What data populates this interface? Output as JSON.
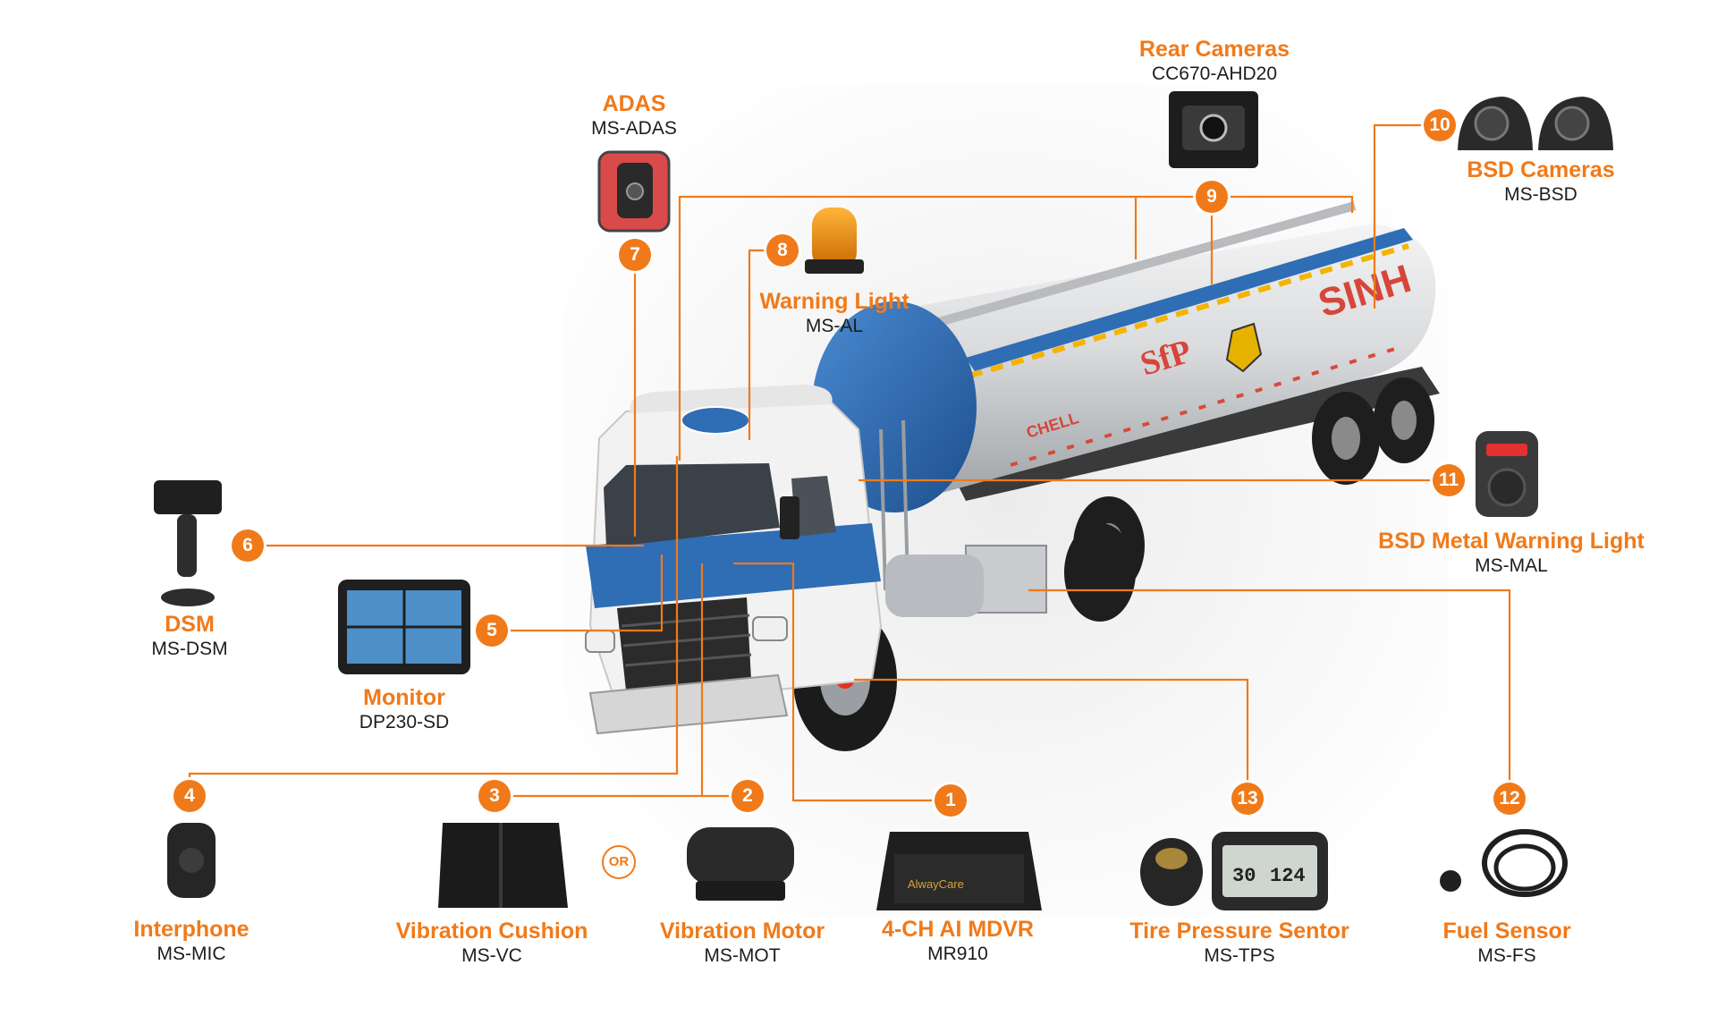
{
  "components": [
    {
      "id": "mdvr",
      "name": "4-CH AI MDVR",
      "model": "MR910",
      "number": "1"
    },
    {
      "id": "vibration-motor",
      "name": "Vibration Motor",
      "model": "MS-MOT",
      "number": "2"
    },
    {
      "id": "vibration-cushion",
      "name": "Vibration Cushion",
      "model": "MS-VC",
      "number": "3"
    },
    {
      "id": "interphone",
      "name": "Interphone",
      "model": "MS-MIC",
      "number": "4"
    },
    {
      "id": "monitor",
      "name": "Monitor",
      "model": "DP230-SD",
      "number": "5"
    },
    {
      "id": "dsm",
      "name": "DSM",
      "model": "MS-DSM",
      "number": "6"
    },
    {
      "id": "adas",
      "name": "ADAS",
      "model": "MS-ADAS",
      "number": "7"
    },
    {
      "id": "warning-light",
      "name": "Warning Light",
      "model": "MS-AL",
      "number": "8"
    },
    {
      "id": "rear-cameras",
      "name": "Rear Cameras",
      "model": "CC670-AHD20",
      "number": "9"
    },
    {
      "id": "bsd-cameras",
      "name": "BSD Cameras",
      "model": "MS-BSD",
      "number": "10"
    },
    {
      "id": "bsd-metal-warning-light",
      "name": "BSD Metal Warning Light",
      "model": "MS-MAL",
      "number": "11"
    },
    {
      "id": "fuel-sensor",
      "name": "Fuel Sensor",
      "model": "MS-FS",
      "number": "12"
    },
    {
      "id": "tire-pressure-sensor",
      "name": "Tire Pressure Sentor",
      "model": "MS-TPS",
      "number": "13"
    }
  ],
  "or_label": "OR",
  "truck": {
    "tank_text": "SINH",
    "tank_sub": "CHELL",
    "tank_logo": "SfP",
    "mdvr_brand": "AlwayCare",
    "tpms_readout_left": "30",
    "tpms_readout_right": "124"
  },
  "colors": {
    "accent": "#f07a1a",
    "tank_blue": "#2f6db5",
    "text": "#1d1d1d"
  }
}
